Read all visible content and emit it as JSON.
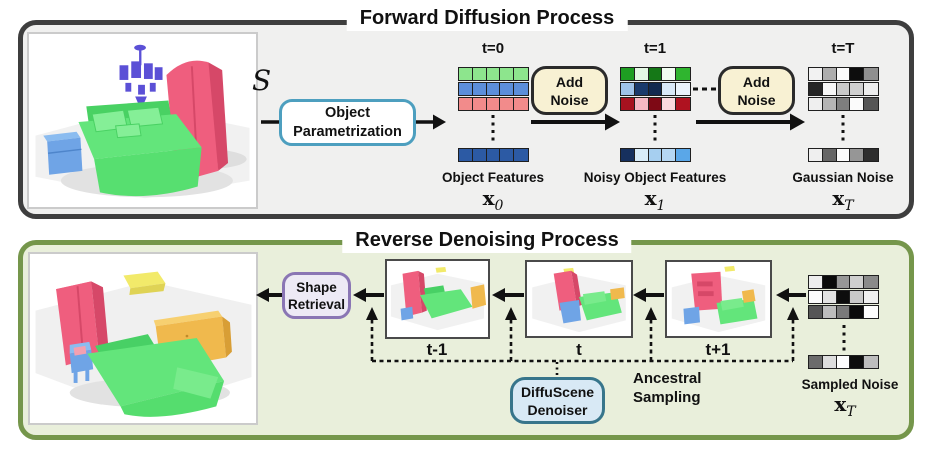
{
  "forward_panel": {
    "title": "Forward Diffusion Process",
    "scene_symbol": "S",
    "object_parametrization_box": {
      "line1": "Object",
      "line2": "Parametrization"
    },
    "add_noise_box": {
      "line1": "Add",
      "line2": "Noise"
    },
    "columns": [
      {
        "time_label": "t=0",
        "caption": "Object Features",
        "var_base": "x",
        "var_sub": "0",
        "rows": [
          [
            "#8DE58D",
            "#8DE58D",
            "#8DE58D",
            "#8DE58D",
            "#8DE58D"
          ],
          [
            "#5C8EDA",
            "#5C8EDA",
            "#5C8EDA",
            "#5C8EDA",
            "#5C8EDA"
          ],
          [
            "#F28B8B",
            "#F28B8B",
            "#F28B8B",
            "#F28B8B",
            "#F28B8B"
          ]
        ],
        "bottom_row": [
          "#2C5AA4",
          "#2C5AA4",
          "#2C5AA4",
          "#2C5AA4",
          "#2C5AA4"
        ]
      },
      {
        "time_label": "t=1",
        "caption": "Noisy Object Features",
        "var_base": "x",
        "var_sub": "1",
        "rows": [
          [
            "#1E9E22",
            "#E4F8E4",
            "#157817",
            "#F1FCF1",
            "#2FB52F"
          ],
          [
            "#9FC3E8",
            "#1A3A6B",
            "#12294F",
            "#D9E8F7",
            "#EAF2FB"
          ],
          [
            "#A6121F",
            "#F5B8C4",
            "#7E0915",
            "#FAD9DE",
            "#AF1220"
          ]
        ],
        "bottom_row": [
          "#16305E",
          "#D8ECF8",
          "#A6CFF0",
          "#B5D7F3",
          "#5AA7E8"
        ]
      },
      {
        "time_label": "t=T",
        "caption": "Gaussian Noise",
        "var_base": "x",
        "var_sub": "T",
        "rows": [
          [
            "#F2F2F2",
            "#ADADAD",
            "#FBFBFB",
            "#0D0D0D",
            "#8F8F8F"
          ],
          [
            "#262626",
            "#F7F7F7",
            "#C9C9C9",
            "#CFCFCF",
            "#EDEDED"
          ],
          [
            "#EFEFEF",
            "#B5B5B5",
            "#7E7E7E",
            "#FBFBFB",
            "#565656"
          ]
        ],
        "bottom_row": [
          "#EFEFEF",
          "#666666",
          "#FBFBFB",
          "#969696",
          "#2E2E2E"
        ]
      }
    ]
  },
  "reverse_panel": {
    "title": "Reverse Denoising Process",
    "shape_retrieval_box": {
      "line1": "Shape",
      "line2": "Retrieval"
    },
    "diffuscene_box": {
      "line1": "DiffuScene",
      "line2": "Denoiser"
    },
    "ancestral_label": {
      "line1": "Ancestral",
      "line2": "Sampling"
    },
    "thumbnails": [
      {
        "label": "t-1"
      },
      {
        "label": "t"
      },
      {
        "label": "t+1"
      }
    ],
    "sampled_noise": {
      "caption": "Sampled Noise",
      "var_base": "x",
      "var_sub": "T",
      "rows": [
        [
          "#EDEDED",
          "#0A0A0A",
          "#979797",
          "#CFCFCF",
          "#8A8A8A"
        ],
        [
          "#FBFBFB",
          "#E3E3E3",
          "#0D0D0D",
          "#C9C9C9",
          "#F0F0F0"
        ],
        [
          "#565656",
          "#BDBDBD",
          "#7A7A7A",
          "#0A0A0A",
          "#FDFDFD"
        ]
      ],
      "bottom_row": [
        "#6B6B6B",
        "#DDDDDD",
        "#FDFDFD",
        "#0D0D0D",
        "#BDBDBD"
      ]
    }
  },
  "colors": {
    "forward_border": "#3E3E3E",
    "forward_bg": "#F0F0EF",
    "reverse_border": "#75964B",
    "reverse_bg": "#E9EFDB",
    "parametrization_border": "#4D9FBF",
    "add_noise_bg": "#F8F1D3",
    "shape_retrieval_border": "#8A76B4",
    "shape_retrieval_bg": "#EDEAF5",
    "diffuscene_border": "#37758B",
    "diffuscene_bg": "#D8E9F5",
    "scene_bed_green": "#63E57B",
    "scene_wardrobe_pink": "#EF5E7E",
    "scene_nightstand_blue": "#6FA4E6",
    "scene_dresser_yellow": "#F0B94D",
    "scene_chandelier_purple": "#5B50D6"
  }
}
